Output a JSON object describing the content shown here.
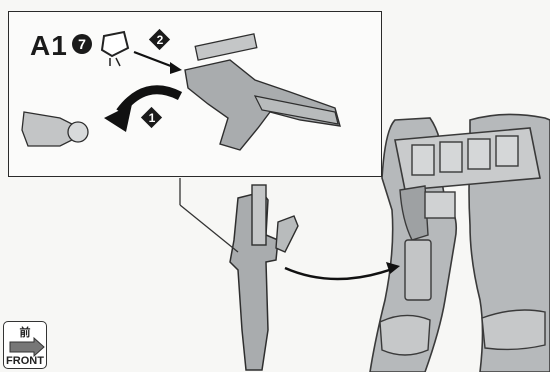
{
  "inset": {
    "part_code": "A1",
    "part_number": "7",
    "step_one": "1",
    "step_two": "2"
  },
  "front_badge": {
    "kanji": "前",
    "label": "FRONT"
  }
}
